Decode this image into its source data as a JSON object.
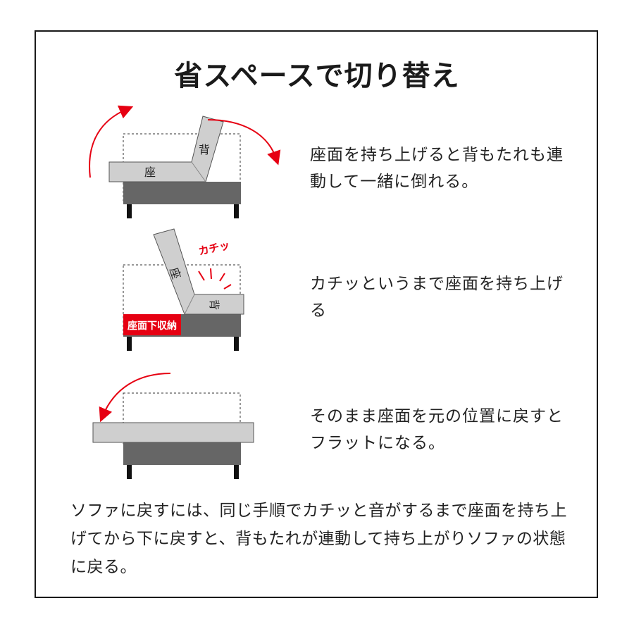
{
  "title": "省スペースで切り替え",
  "steps": [
    {
      "description": "座面を持ち上げると背もたれも連動して一緒に倒れる。",
      "labels": {
        "seat": "座",
        "back": "背"
      }
    },
    {
      "description": "カチッというまで座面を持ち上げる",
      "labels": {
        "seat": "座",
        "back": "背",
        "sound": "カチッ",
        "storage": "座面下収納"
      }
    },
    {
      "description": "そのまま座面を元の位置に戻すとフラットになる。",
      "labels": {}
    }
  ],
  "footer": "ソファに戻すには、同じ手順でカチッと音がするまで座面を持ち上げてから下に戻すと、背もたれが連動して持ち上がりソファの状態に戻る。",
  "colors": {
    "accent": "#e60012",
    "cushion": "#cfcfcf",
    "base": "#666666",
    "legs": "#111111",
    "frame": "#1a1a1a"
  }
}
